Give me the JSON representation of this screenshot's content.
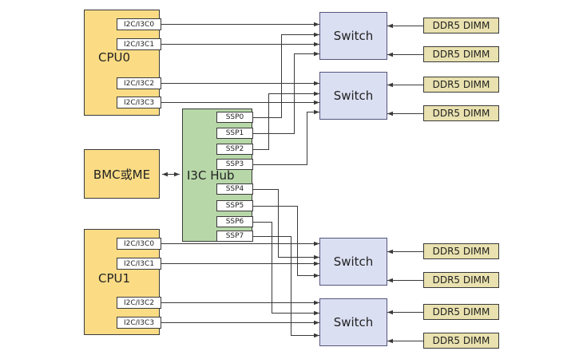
{
  "diagram": {
    "cpu0": {
      "label": "CPU0",
      "ports": [
        "I2C/I3C0",
        "I2C/I3C1",
        "I2C/I3C2",
        "I2C/I3C3"
      ]
    },
    "bmc": {
      "label": "BMC或ME"
    },
    "cpu1": {
      "label": "CPU1",
      "ports": [
        "I2C/I3C0",
        "I2C/I3C1",
        "I2C/I3C2",
        "I2C/I3C3"
      ]
    },
    "hub": {
      "label": "I3C Hub",
      "ports": [
        "SSP0",
        "SSP1",
        "SSP2",
        "SSP3",
        "SSP4",
        "SSP5",
        "SSP6",
        "SSP7"
      ]
    },
    "switches": [
      {
        "label": "Switch"
      },
      {
        "label": "Switch"
      },
      {
        "label": "Switch"
      },
      {
        "label": "Switch"
      }
    ],
    "dimms": [
      {
        "label": "DDR5 DIMM"
      },
      {
        "label": "DDR5 DIMM"
      },
      {
        "label": "DDR5 DIMM"
      },
      {
        "label": "DDR5 DIMM"
      },
      {
        "label": "DDR5 DIMM"
      },
      {
        "label": "DDR5 DIMM"
      },
      {
        "label": "DDR5 DIMM"
      },
      {
        "label": "DDR5 DIMM"
      }
    ],
    "colors": {
      "cpu_fill": "#FBDC85",
      "hub_fill": "#B7D7A8",
      "switch_fill": "#DBDFF2",
      "dimm_fill": "#E9E1AF",
      "port_fill": "#FFFFFF",
      "line": "#3A3A3A",
      "background": "#FFFFFF"
    },
    "edges": [
      "CPU0.I2C/I3C0 → Switch1",
      "CPU0.I2C/I3C1 → Switch1",
      "CPU0.I2C/I3C2 → Switch2",
      "CPU0.I2C/I3C3 → Switch2",
      "I3C Hub.SSP0 → Switch1",
      "I3C Hub.SSP1 → Switch1",
      "I3C Hub.SSP2 → Switch2",
      "I3C Hub.SSP3 → Switch2",
      "I3C Hub.SSP4 → Switch3",
      "I3C Hub.SSP5 → Switch3",
      "I3C Hub.SSP6 → Switch4",
      "I3C Hub.SSP7 → Switch4",
      "CPU1.I2C/I3C0 → Switch3",
      "CPU1.I2C/I3C1 → Switch3",
      "CPU1.I2C/I3C2 → Switch4",
      "CPU1.I2C/I3C3 → Switch4",
      "BMC或ME ↔ I3C Hub",
      "DDR5 DIMM → Switch1 (x2)",
      "DDR5 DIMM → Switch2 (x2)",
      "DDR5 DIMM → Switch3 (x2)",
      "DDR5 DIMM → Switch4 (x2)"
    ]
  }
}
